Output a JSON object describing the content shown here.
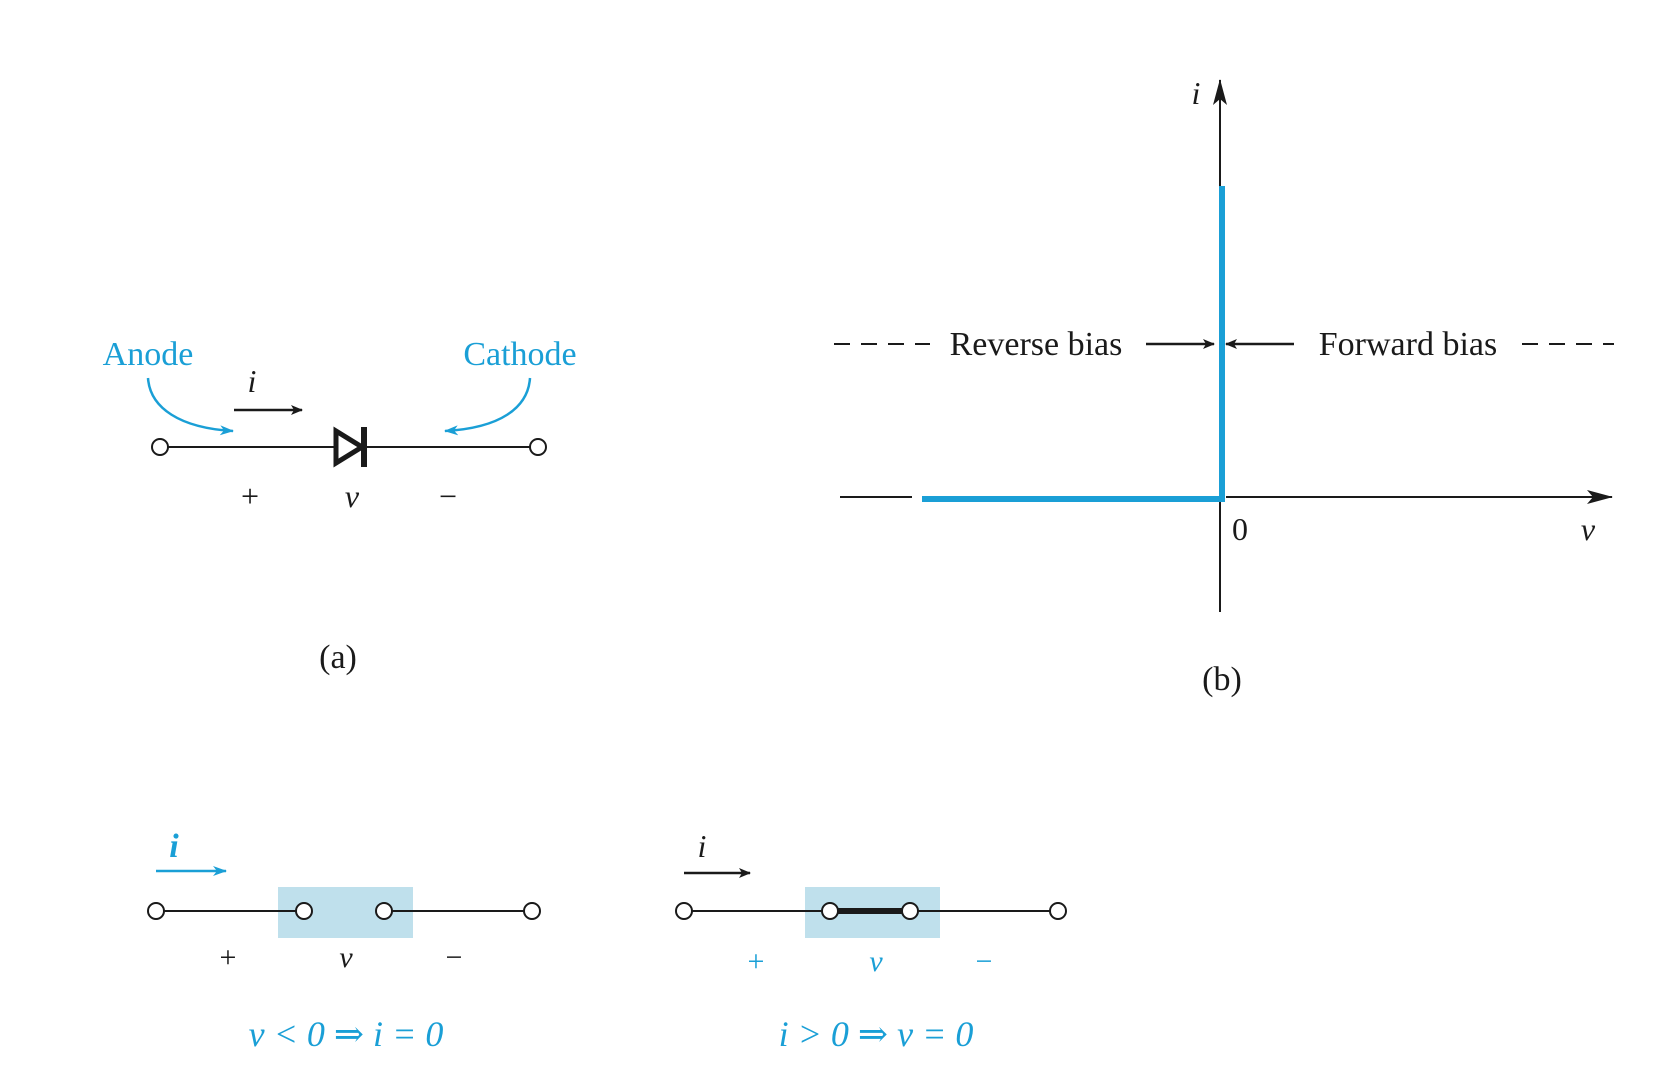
{
  "colors": {
    "accent": "#1a9fd6",
    "ink": "#1a1a1a",
    "switch_fill": "#bfe0ec"
  },
  "diode_symbol": {
    "anode_label": "Anode",
    "cathode_label": "Cathode",
    "current_label": "i",
    "plus_label": "+",
    "voltage_label": "v",
    "minus_label": "−",
    "caption": "(a)"
  },
  "iv_characteristic": {
    "y_axis_label": "i",
    "x_axis_label": "v",
    "origin_label": "0",
    "reverse_bias_label": "Reverse bias",
    "forward_bias_label": "Forward bias",
    "caption": "(b)"
  },
  "open_switch_model": {
    "current_label": "i",
    "plus_label": "+",
    "voltage_label": "v",
    "minus_label": "−",
    "condition": "v < 0 ⇒ i = 0"
  },
  "closed_switch_model": {
    "current_label": "i",
    "plus_label": "+",
    "voltage_label": "v",
    "minus_label": "−",
    "condition": "i > 0 ⇒ v = 0"
  }
}
